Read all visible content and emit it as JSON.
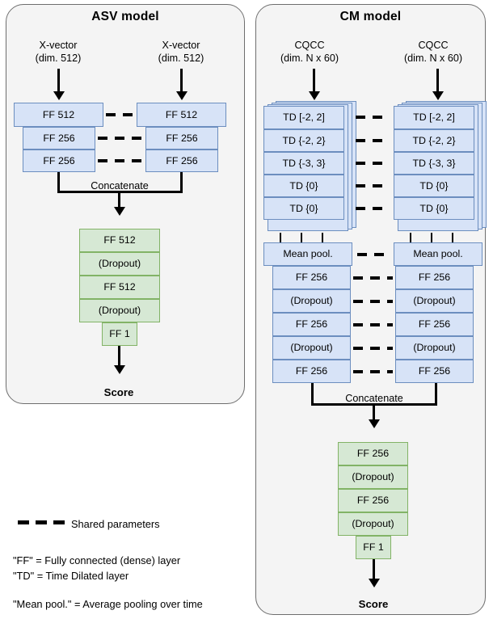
{
  "figure": {
    "panels": [
      {
        "id": "asv",
        "title": "ASV model",
        "inputs": [
          {
            "line1": "X-vector",
            "line2": "(dim. 512)"
          },
          {
            "line1": "X-vector",
            "line2": "(dim. 512)"
          }
        ],
        "branch_layers": [
          "FF 512",
          "FF 256",
          "FF 256"
        ],
        "merge_label": "Concatenate",
        "head_layers": [
          "FF 512",
          "(Dropout)",
          "FF 512",
          "(Dropout)"
        ],
        "output_layer": "FF 1",
        "output_label": "Score"
      },
      {
        "id": "cm",
        "title": "CM model",
        "inputs": [
          {
            "line1": "CQCC",
            "line2": "(dim. N x 60)"
          },
          {
            "line1": "CQCC",
            "line2": "(dim. N x 60)"
          }
        ],
        "td_layers": [
          "TD [-2, 2]",
          "TD {-2, 2}",
          "TD {-3, 3}",
          "TD {0}",
          "TD {0}"
        ],
        "pool_layer": "Mean pool.",
        "branch_layers": [
          "FF 256",
          "(Dropout)",
          "FF 256",
          "(Dropout)",
          "FF 256"
        ],
        "merge_label": "Concatenate",
        "head_layers": [
          "FF 256",
          "(Dropout)",
          "FF 256",
          "(Dropout)"
        ],
        "output_layer": "FF 1",
        "output_label": "Score"
      }
    ],
    "legend": {
      "shared_parameters": "Shared parameters",
      "notes": [
        "\"FF\" = Fully connected (dense) layer",
        "\"TD\" = Time Dilated layer",
        "\"Mean pool.\" = Average pooling over time"
      ]
    },
    "colors": {
      "blue_fill": "#d7e3f7",
      "blue_stroke": "#6c8ebf",
      "green_fill": "#d6e8d4",
      "green_stroke": "#82b366",
      "frame_fill": "#f4f4f4",
      "frame_stroke": "#6e6e6e",
      "connector": "#000000"
    }
  }
}
